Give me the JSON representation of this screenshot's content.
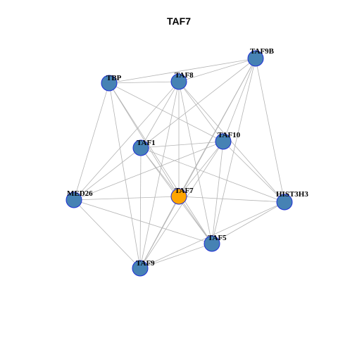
{
  "title": "TAF7",
  "colors": {
    "node_default": "#4682b4",
    "node_focus": "#ffa500",
    "node_border": "#1f2fd6",
    "edge": "#b4b4b4"
  },
  "nodes": [
    {
      "id": "TAF9B",
      "label": "TAF9B",
      "focus": false
    },
    {
      "id": "TBP",
      "label": "TBP",
      "focus": false
    },
    {
      "id": "TAF8",
      "label": "TAF8",
      "focus": false
    },
    {
      "id": "TAF10",
      "label": "TAF10",
      "focus": false
    },
    {
      "id": "TAF1",
      "label": "TAF1",
      "focus": false
    },
    {
      "id": "TAF7",
      "label": "TAF7",
      "focus": true
    },
    {
      "id": "MED26",
      "label": "MED26",
      "focus": false
    },
    {
      "id": "HIST3H3",
      "label": "HIST3H3",
      "focus": false
    },
    {
      "id": "TAF5",
      "label": "TAF5",
      "focus": false
    },
    {
      "id": "TAF9",
      "label": "TAF9",
      "focus": false
    }
  ],
  "edges": [
    [
      "TBP",
      "TAF8"
    ],
    [
      "TBP",
      "TAF9B"
    ],
    [
      "TBP",
      "TAF10"
    ],
    [
      "TBP",
      "TAF7"
    ],
    [
      "TBP",
      "TAF5"
    ],
    [
      "TBP",
      "TAF9"
    ],
    [
      "TBP",
      "MED26"
    ],
    [
      "TAF8",
      "TAF9B"
    ],
    [
      "TAF8",
      "TAF10"
    ],
    [
      "TAF8",
      "TAF1"
    ],
    [
      "TAF8",
      "TAF7"
    ],
    [
      "TAF8",
      "TAF5"
    ],
    [
      "TAF8",
      "MED26"
    ],
    [
      "TAF8",
      "HIST3H3"
    ],
    [
      "TAF8",
      "TAF9"
    ],
    [
      "TAF9B",
      "TAF10"
    ],
    [
      "TAF9B",
      "TAF1"
    ],
    [
      "TAF9B",
      "TAF7"
    ],
    [
      "TAF9B",
      "TAF5"
    ],
    [
      "TAF9B",
      "HIST3H3"
    ],
    [
      "TAF9B",
      "TAF9"
    ],
    [
      "TAF10",
      "TAF1"
    ],
    [
      "TAF10",
      "TAF7"
    ],
    [
      "TAF10",
      "TAF5"
    ],
    [
      "TAF10",
      "MED26"
    ],
    [
      "TAF10",
      "HIST3H3"
    ],
    [
      "TAF10",
      "TAF9"
    ],
    [
      "TAF1",
      "TAF7"
    ],
    [
      "TAF1",
      "TAF5"
    ],
    [
      "TAF1",
      "TAF9"
    ],
    [
      "TAF1",
      "HIST3H3"
    ],
    [
      "TAF1",
      "MED26"
    ],
    [
      "TAF7",
      "MED26"
    ],
    [
      "TAF7",
      "HIST3H3"
    ],
    [
      "TAF7",
      "TAF5"
    ],
    [
      "TAF7",
      "TAF9"
    ],
    [
      "MED26",
      "TAF5"
    ],
    [
      "MED26",
      "TAF9"
    ],
    [
      "TAF5",
      "HIST3H3"
    ],
    [
      "TAF5",
      "TAF9"
    ],
    [
      "HIST3H3",
      "TAF9"
    ]
  ]
}
